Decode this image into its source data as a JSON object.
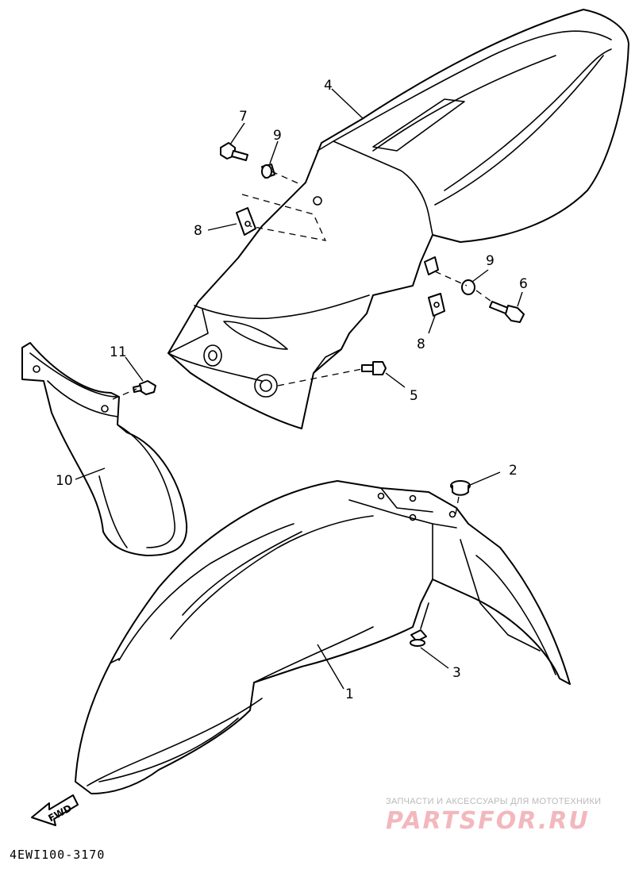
{
  "diagram": {
    "code": "4EWI100-3170",
    "direction_label": "FWD",
    "callouts": [
      "1",
      "2",
      "3",
      "4",
      "5",
      "6",
      "7",
      "8",
      "8",
      "9",
      "9",
      "10",
      "11"
    ]
  },
  "watermark": {
    "caption": "ЗАПЧАСТИ И АКСЕССУАРЫ ДЛЯ МОТОТЕХНИКИ",
    "brand_left": "PARTS",
    "brand_right": "FOR.RU",
    "color_primary": "#f2b8bd",
    "color_secondary": "#c9c9c9"
  }
}
